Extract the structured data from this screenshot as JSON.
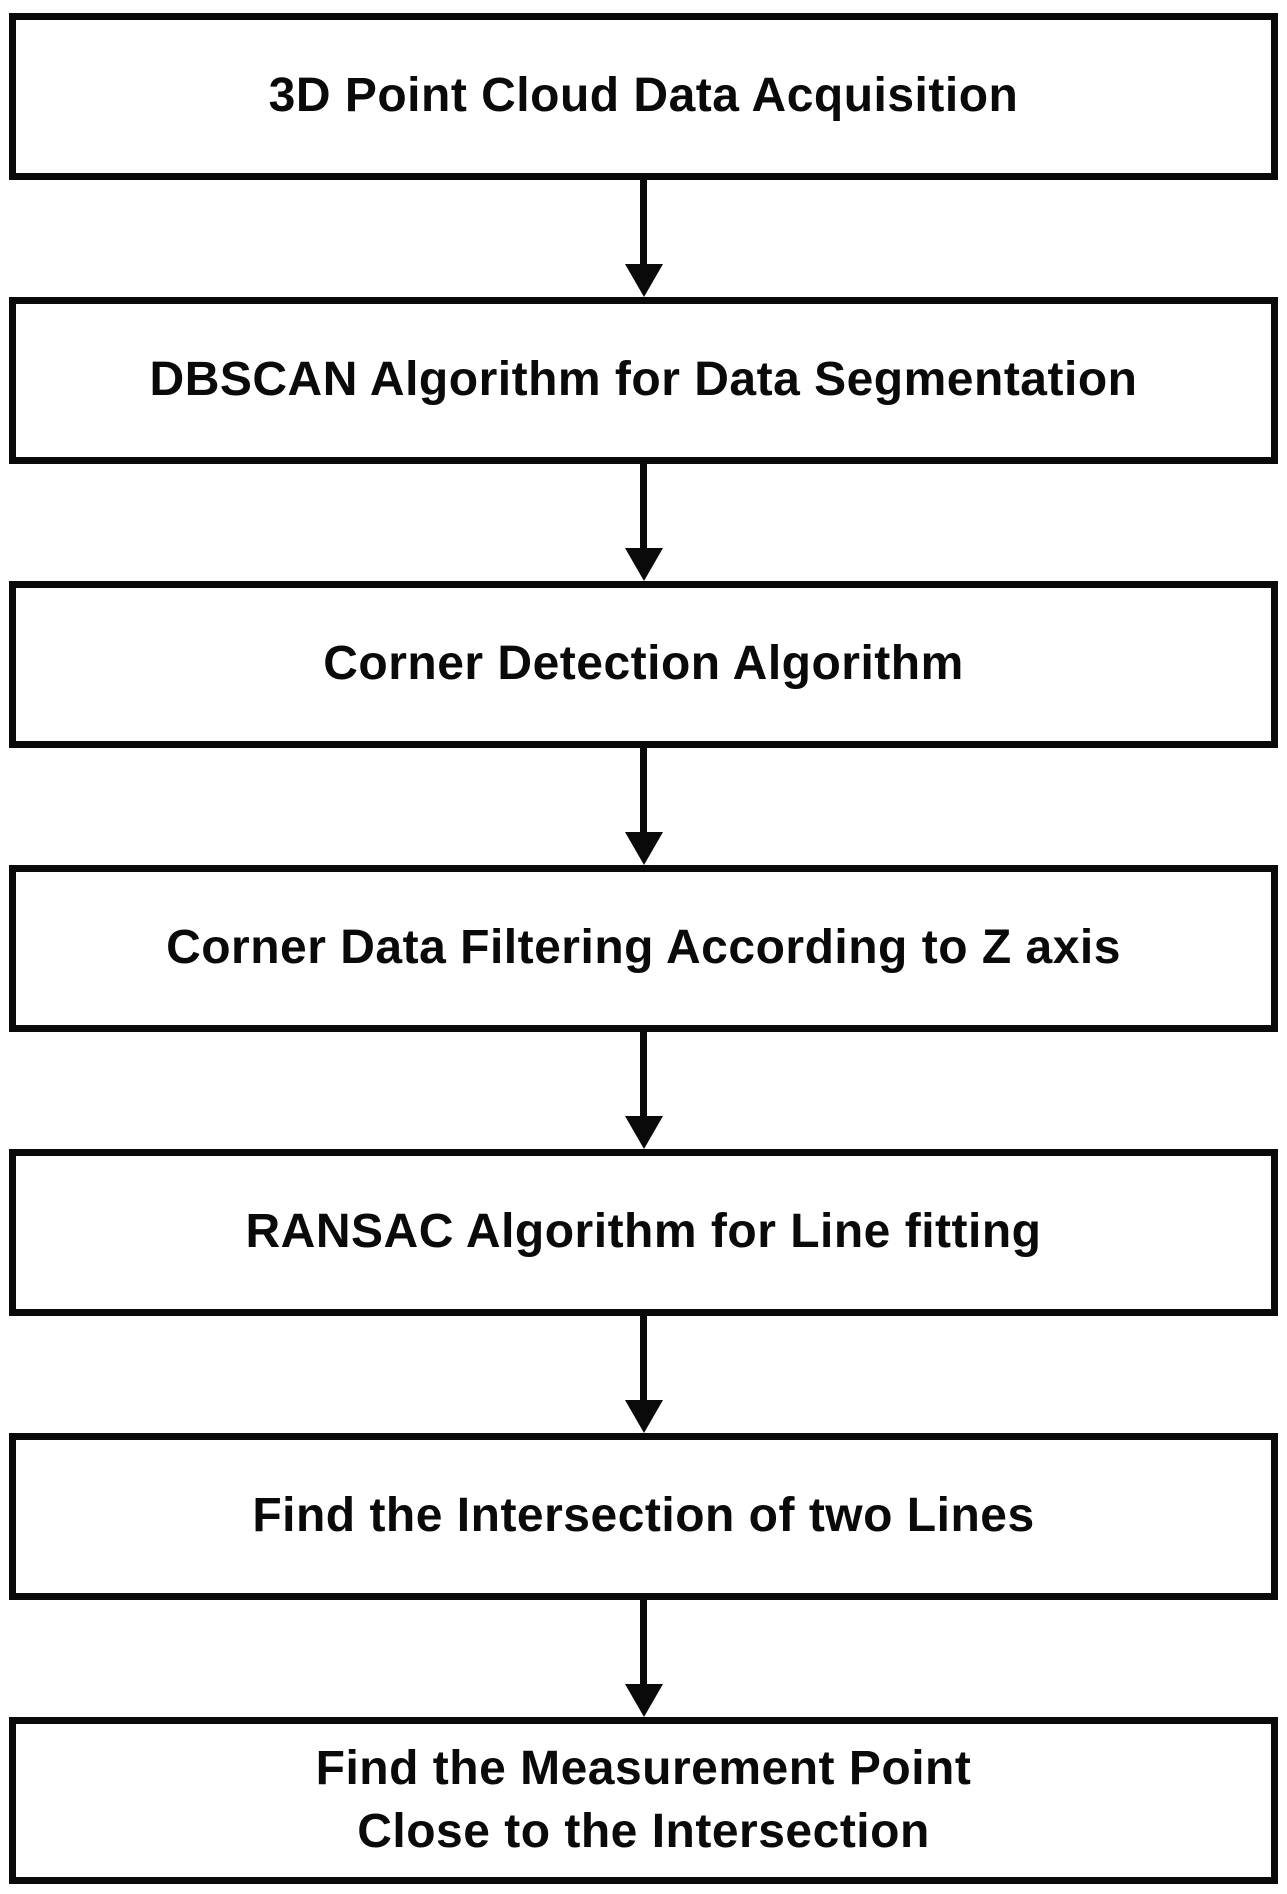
{
  "flowchart": {
    "title": "3D point cloud corner-measurement processing pipeline",
    "colors": {
      "border": "#0a0a0a",
      "text": "#0a0a0a",
      "background": "#ffffff"
    },
    "arrow_icon": "down-arrow",
    "steps": [
      {
        "label": "3D Point Cloud Data Acquisition"
      },
      {
        "label": "DBSCAN Algorithm for Data Segmentation"
      },
      {
        "label": "Corner Detection Algorithm"
      },
      {
        "label": "Corner Data Filtering According to Z axis"
      },
      {
        "label": "RANSAC Algorithm for Line fitting"
      },
      {
        "label": "Find the Intersection of two Lines"
      },
      {
        "label": "Find the Measurement Point\nClose to the Intersection"
      }
    ]
  }
}
